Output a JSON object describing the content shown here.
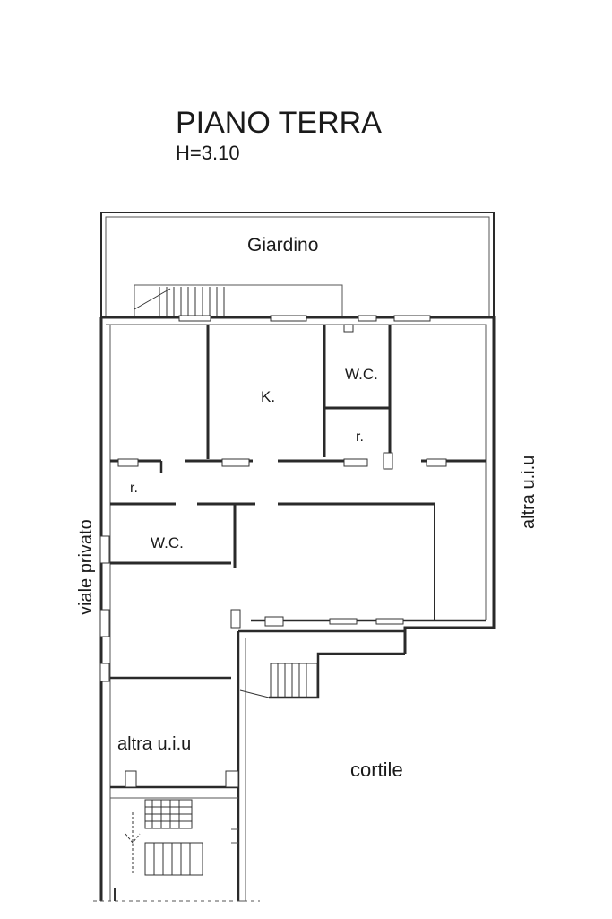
{
  "header": {
    "title": "PIANO TERRA",
    "height_label": "H=3.10"
  },
  "labels": {
    "garden": "Giardino",
    "kitchen": "K.",
    "wc_upper": "W.C.",
    "closet_upper": "r.",
    "closet_left": "r.",
    "wc_left": "W.C.",
    "other_unit_right": "altra u.i.u",
    "private_road": "viale privato",
    "other_unit_bottom": "altra u.i.u",
    "courtyard": "cortile"
  }
}
